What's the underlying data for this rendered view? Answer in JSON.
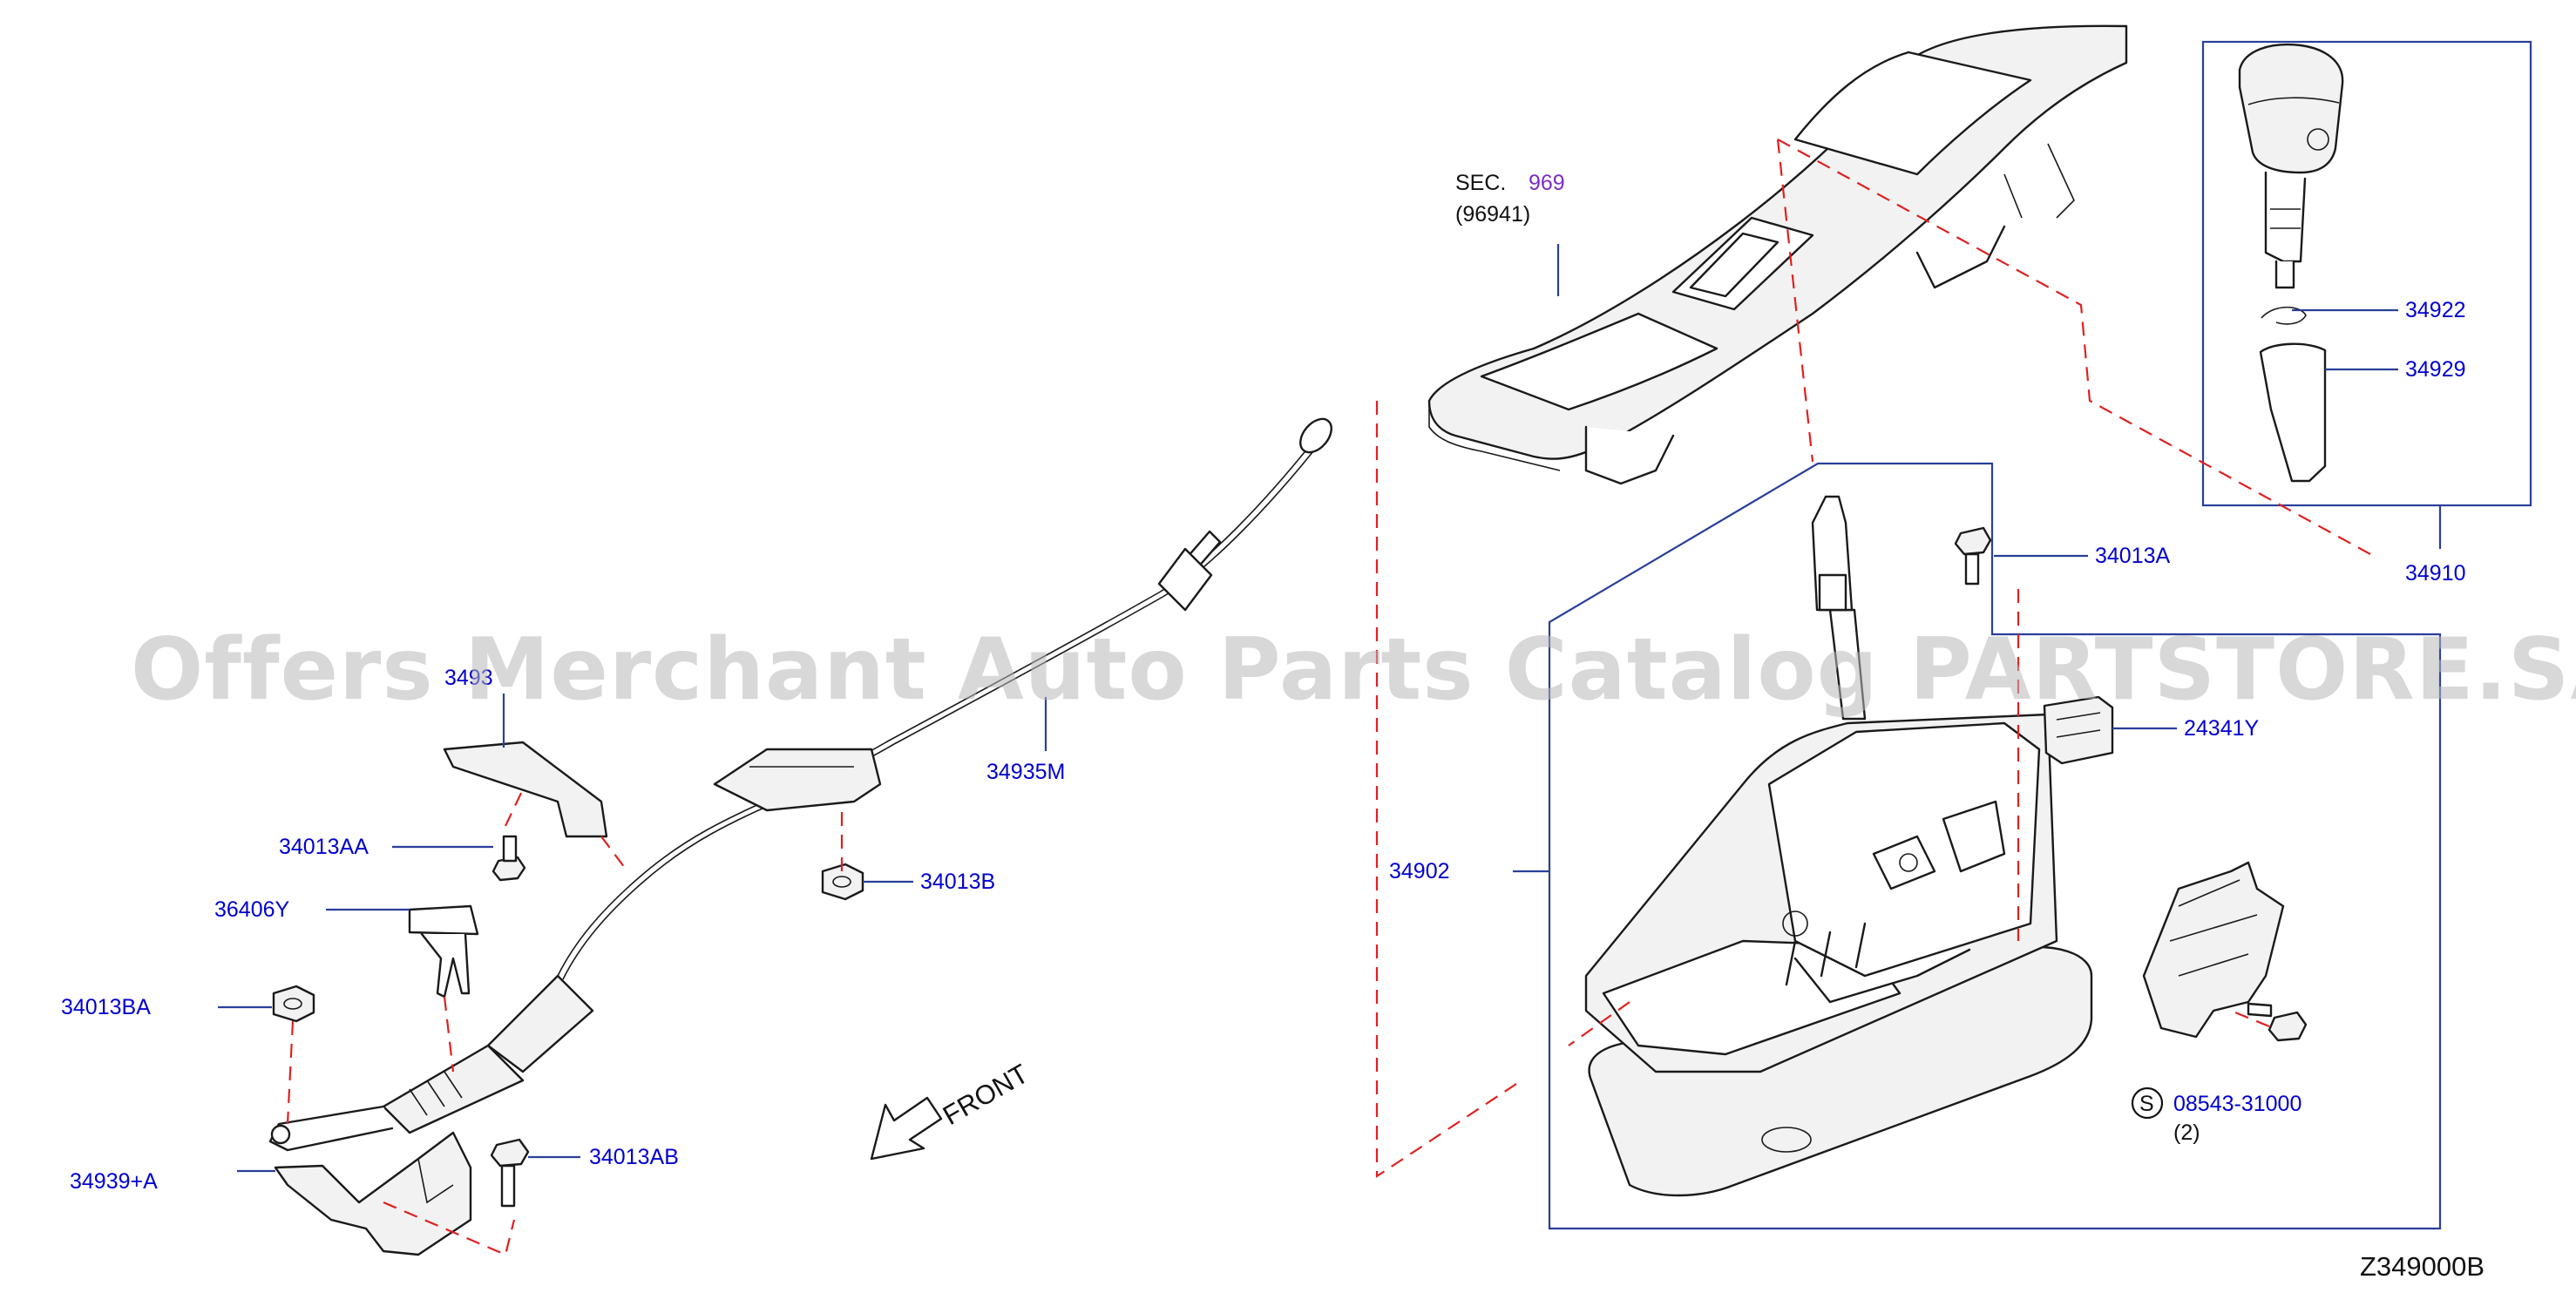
{
  "diagram_code": "Z349000B",
  "watermark": "Offers Merchant Auto Parts Catalog PARTSTORE.SA",
  "section_ref": {
    "prefix": "SEC.",
    "number": "969",
    "sub": "(96941)"
  },
  "front_label": "FRONT",
  "screw_callout": {
    "symbol": "S",
    "number": "08543-31000",
    "qty": "(2)"
  },
  "labels": {
    "p34922": "34922",
    "p34929": "34929",
    "p34910": "34910",
    "p34013A": "34013A",
    "p24341Y": "24341Y",
    "p34902": "34902",
    "p34935M": "34935M",
    "p34013B": "34013B",
    "p34013AA": "34013AA",
    "p36406Y": "36406Y",
    "p34013BA": "34013BA",
    "p34939A": "34939+A",
    "p34013AB": "34013AB",
    "p34939_partial": "3493"
  },
  "colors": {
    "part_label": "#0000d0",
    "leader": "#2a3f9a",
    "dashed": "#e02020",
    "section_number": "#7a2dc9"
  }
}
